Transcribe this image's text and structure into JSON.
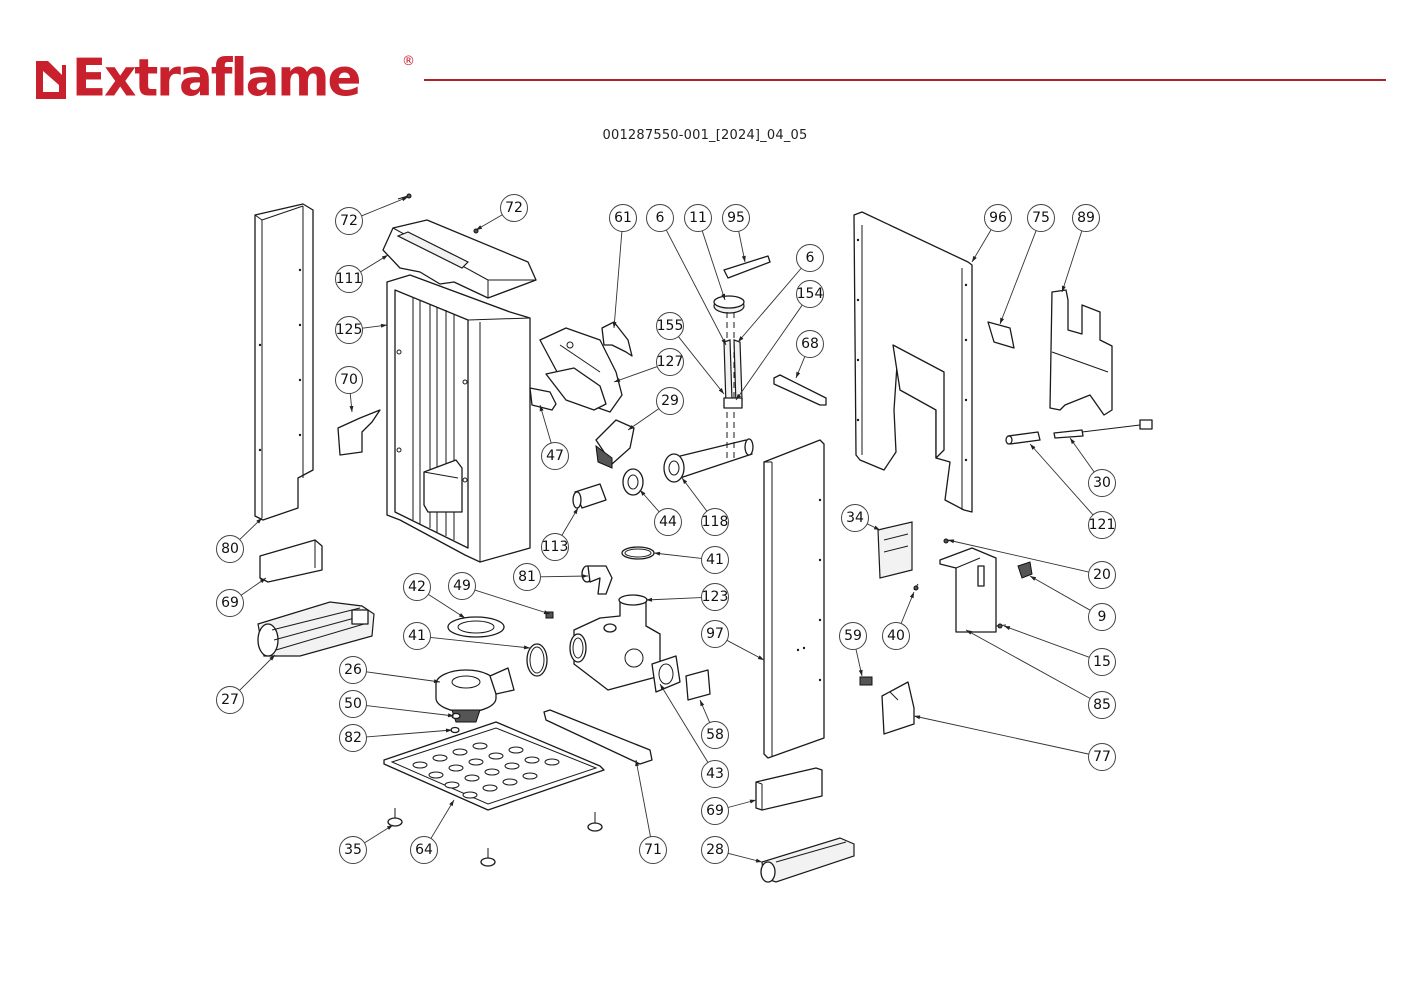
{
  "header": {
    "brand_name": "Extraflame",
    "brand_registered_mark": "®",
    "brand_color": "#c8202d",
    "rule_color": "#b3202d",
    "document_code": "001287550-001_[2024]_04_05"
  },
  "diagram": {
    "type": "exploded-parts-view",
    "callouts": [
      {
        "id": "c72a",
        "label": "72"
      },
      {
        "id": "c72b",
        "label": "72"
      },
      {
        "id": "c111",
        "label": "111"
      },
      {
        "id": "c125",
        "label": "125"
      },
      {
        "id": "c70",
        "label": "70"
      },
      {
        "id": "c80",
        "label": "80"
      },
      {
        "id": "c69a",
        "label": "69"
      },
      {
        "id": "c27",
        "label": "27"
      },
      {
        "id": "c61",
        "label": "61"
      },
      {
        "id": "c6a",
        "label": "6"
      },
      {
        "id": "c11",
        "label": "11"
      },
      {
        "id": "c95",
        "label": "95"
      },
      {
        "id": "c6b",
        "label": "6"
      },
      {
        "id": "c154",
        "label": "154"
      },
      {
        "id": "c155",
        "label": "155"
      },
      {
        "id": "c68",
        "label": "68"
      },
      {
        "id": "c127",
        "label": "127"
      },
      {
        "id": "c29",
        "label": "29"
      },
      {
        "id": "c47",
        "label": "47"
      },
      {
        "id": "c44",
        "label": "44"
      },
      {
        "id": "c118",
        "label": "118"
      },
      {
        "id": "c113",
        "label": "113"
      },
      {
        "id": "c41a",
        "label": "41"
      },
      {
        "id": "c81",
        "label": "81"
      },
      {
        "id": "c123",
        "label": "123"
      },
      {
        "id": "c42",
        "label": "42"
      },
      {
        "id": "c49",
        "label": "49"
      },
      {
        "id": "c41b",
        "label": "41"
      },
      {
        "id": "c26",
        "label": "26"
      },
      {
        "id": "c50",
        "label": "50"
      },
      {
        "id": "c82",
        "label": "82"
      },
      {
        "id": "c97",
        "label": "97"
      },
      {
        "id": "c58",
        "label": "58"
      },
      {
        "id": "c43",
        "label": "43"
      },
      {
        "id": "c69b",
        "label": "69"
      },
      {
        "id": "c28",
        "label": "28"
      },
      {
        "id": "c35",
        "label": "35"
      },
      {
        "id": "c64",
        "label": "64"
      },
      {
        "id": "c71",
        "label": "71"
      },
      {
        "id": "c96",
        "label": "96"
      },
      {
        "id": "c75",
        "label": "75"
      },
      {
        "id": "c89",
        "label": "89"
      },
      {
        "id": "c30",
        "label": "30"
      },
      {
        "id": "c121",
        "label": "121"
      },
      {
        "id": "c34",
        "label": "34"
      },
      {
        "id": "c20",
        "label": "20"
      },
      {
        "id": "c9",
        "label": "9"
      },
      {
        "id": "c40",
        "label": "40"
      },
      {
        "id": "c59",
        "label": "59"
      },
      {
        "id": "c15",
        "label": "15"
      },
      {
        "id": "c85",
        "label": "85"
      },
      {
        "id": "c77",
        "label": "77"
      }
    ]
  }
}
